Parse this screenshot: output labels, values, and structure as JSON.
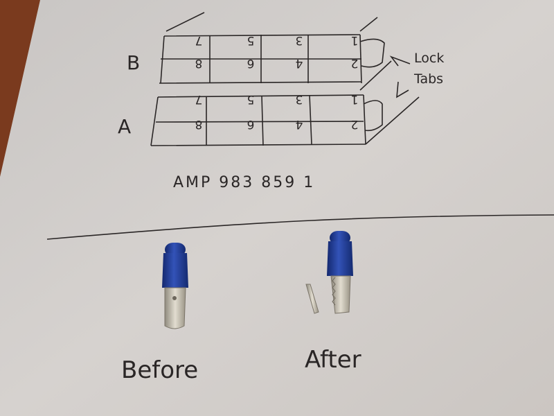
{
  "sketch": {
    "row_labels": [
      "B",
      "A"
    ],
    "top_row_numbers": [
      "7",
      "5",
      "3",
      "1"
    ],
    "bottom_row_numbers": [
      "8",
      "6",
      "4",
      "2"
    ],
    "lock_tabs_line1": "Lock",
    "lock_tabs_line2": "Tabs",
    "part_number": "AMP 983 859 1"
  },
  "terminals": {
    "before_label": "Before",
    "after_label": "After"
  },
  "colors": {
    "paper": "#d3cfcc",
    "wood": "#7a3a1e",
    "ink": "#2a2626",
    "insulator": "#1f3a8f",
    "metal": "#b8b2a4"
  }
}
